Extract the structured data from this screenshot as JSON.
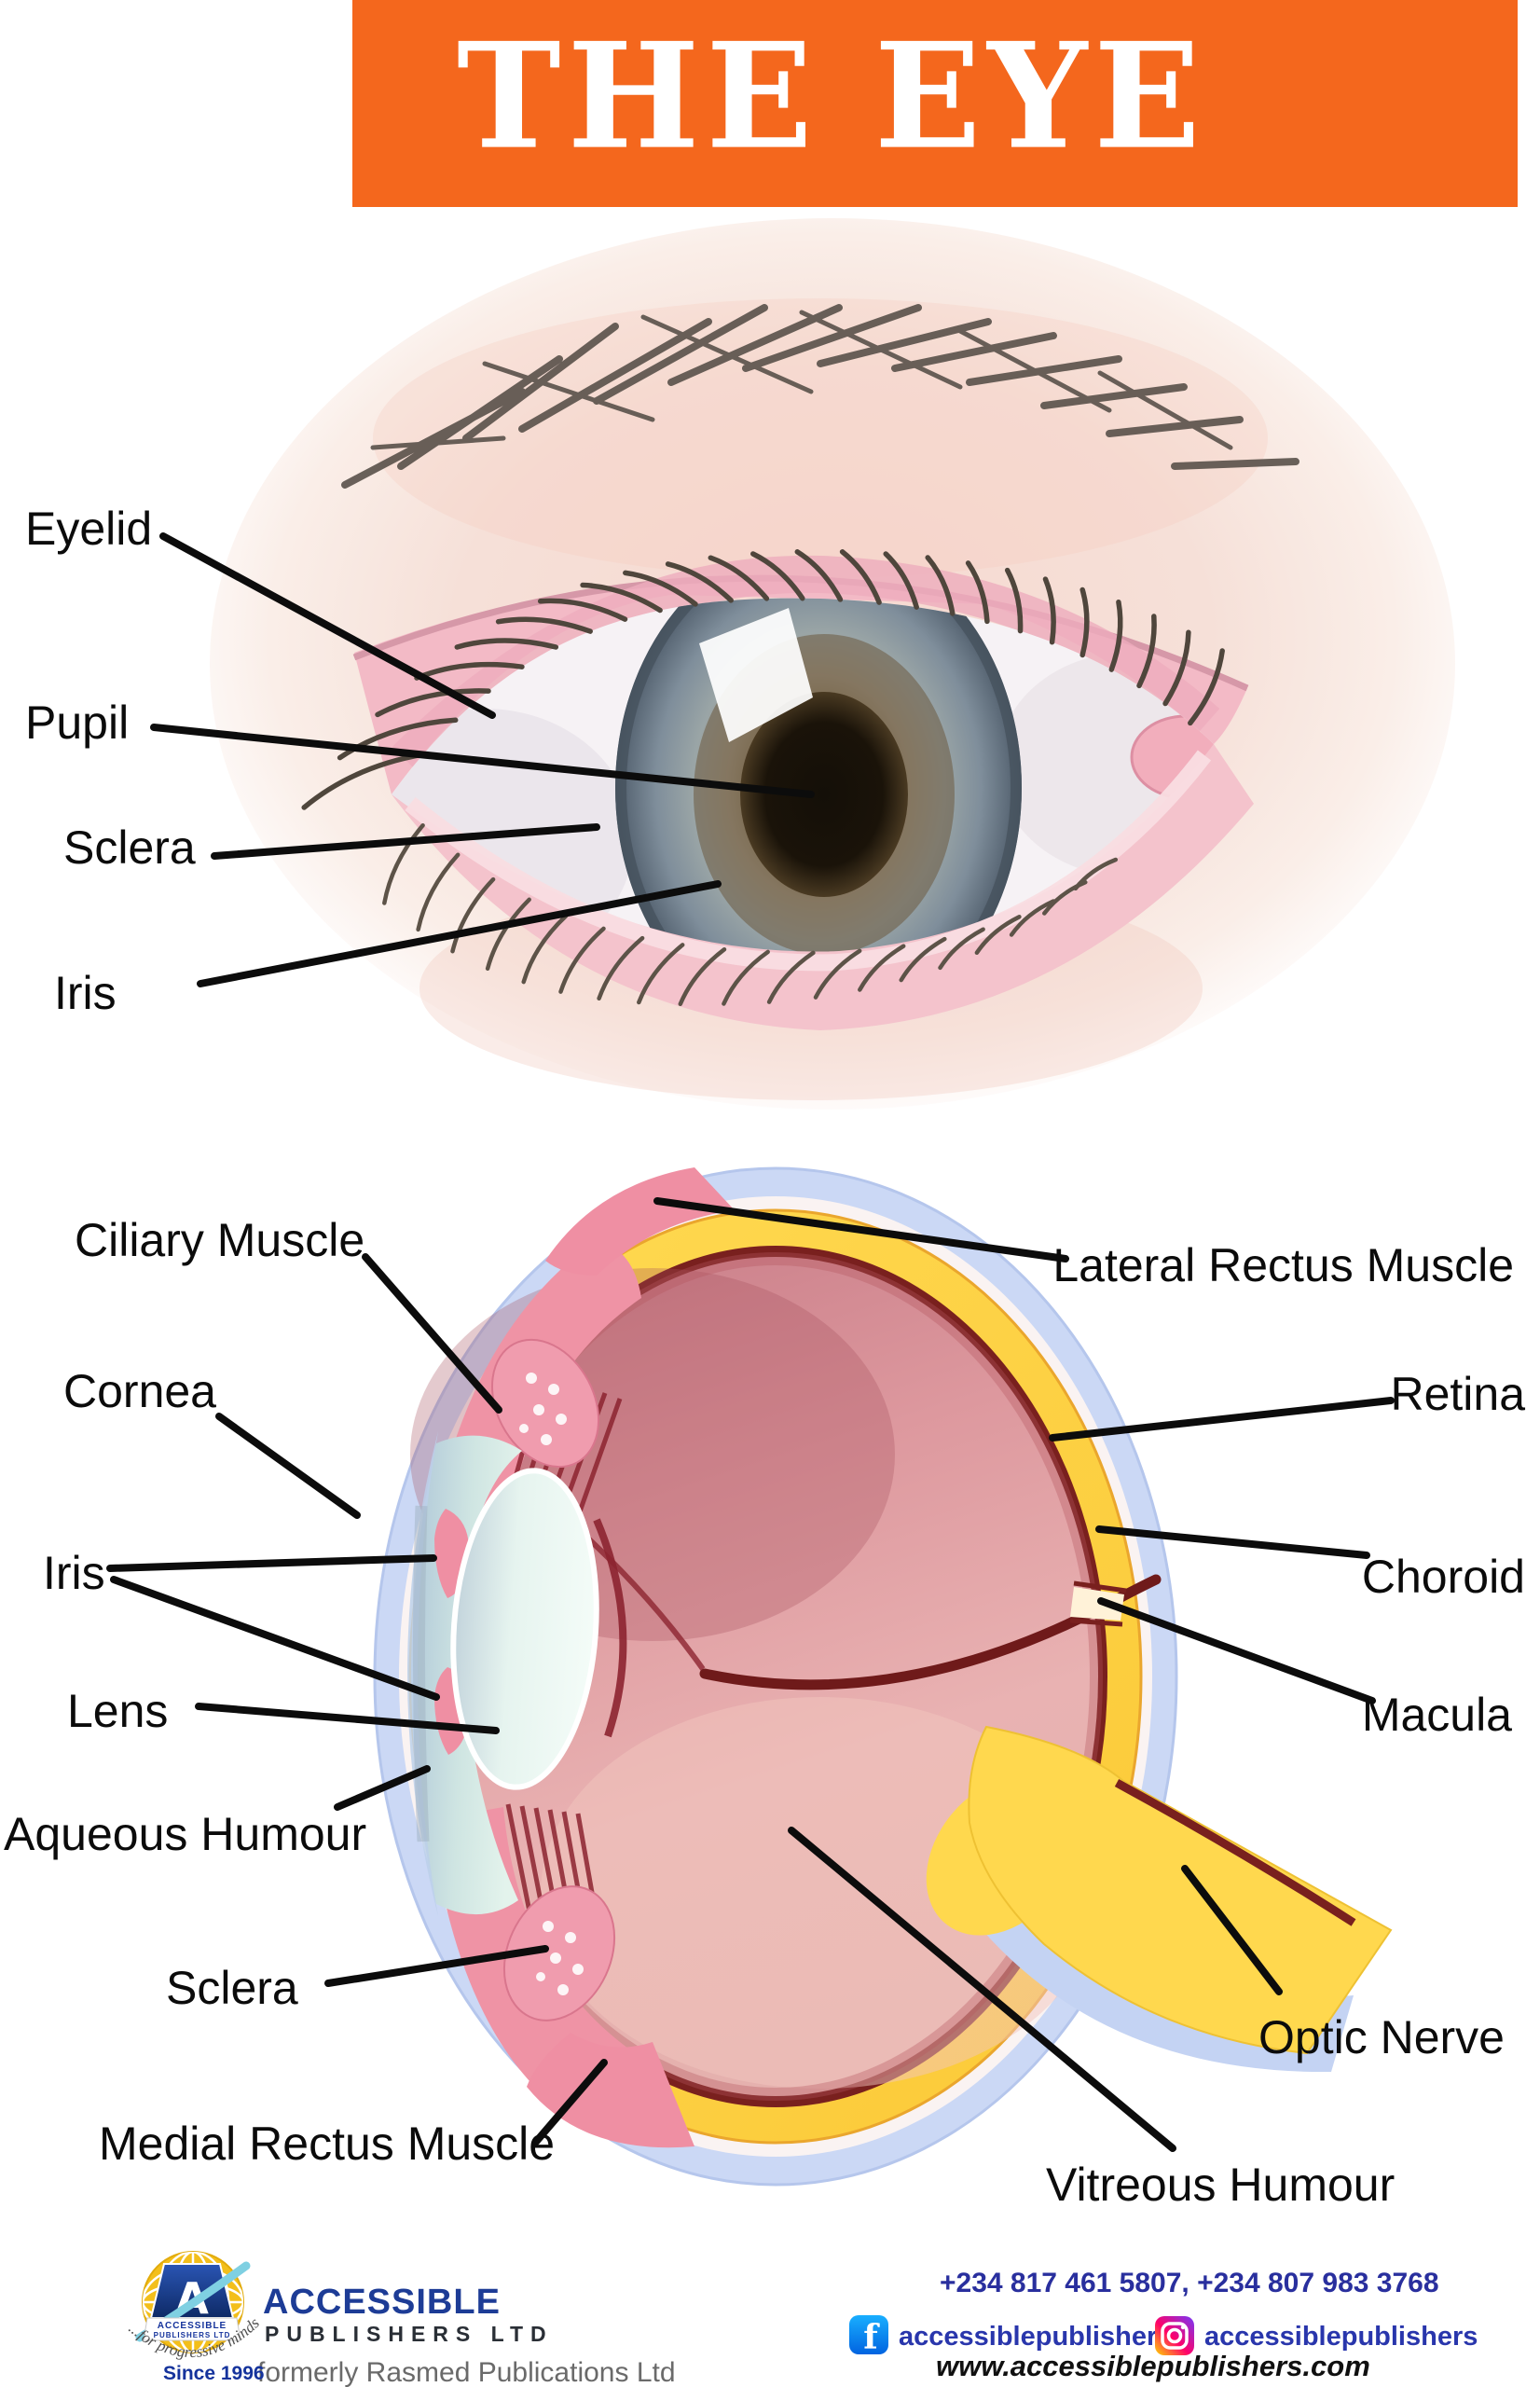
{
  "header": {
    "title": "THE EYE",
    "banner_color": "#F4671D"
  },
  "external_eye": {
    "labels": {
      "eyelid": "Eyelid",
      "pupil": "Pupil",
      "sclera": "Sclera",
      "iris": "Iris"
    }
  },
  "cross_section": {
    "labels": {
      "ciliary_muscle": "Ciliary Muscle",
      "cornea": "Cornea",
      "iris": "Iris",
      "lens": "Lens",
      "aqueous_humour": "Aqueous Humour",
      "sclera": "Sclera",
      "medial_rectus_muscle": "Medial Rectus Muscle",
      "lateral_rectus_muscle": "Lateral Rectus Muscle",
      "retina": "Retina",
      "choroid": "Choroid",
      "macula": "Macula",
      "optic_nerve": "Optic Nerve",
      "vitreous_humour": "Vitreous Humour"
    }
  },
  "footer": {
    "logo": {
      "org": "ACCESSIBLE",
      "org_sub": "PUBLISHERS LTD",
      "badge_line1": "ACCESSIBLE",
      "badge_line2": "PUBLISHERS LTD",
      "tagline": "...for progressive minds",
      "since": "Since 1996",
      "formerly": "formerly Rasmed Publications Ltd"
    },
    "contact": {
      "phones": "+234 817 461 5807, +234 807 983 3768",
      "facebook_handle": "accessiblepublishers",
      "instagram_handle": "accessiblepublishers",
      "website": "www.accessiblepublishers.com"
    },
    "colors": {
      "phone_text": "#292f9e",
      "handle_text": "#2936ac",
      "facebook_blue": "#0163E0",
      "logo_navy": "#1d3c96",
      "globe_yellow": "#F3BF1B"
    }
  }
}
